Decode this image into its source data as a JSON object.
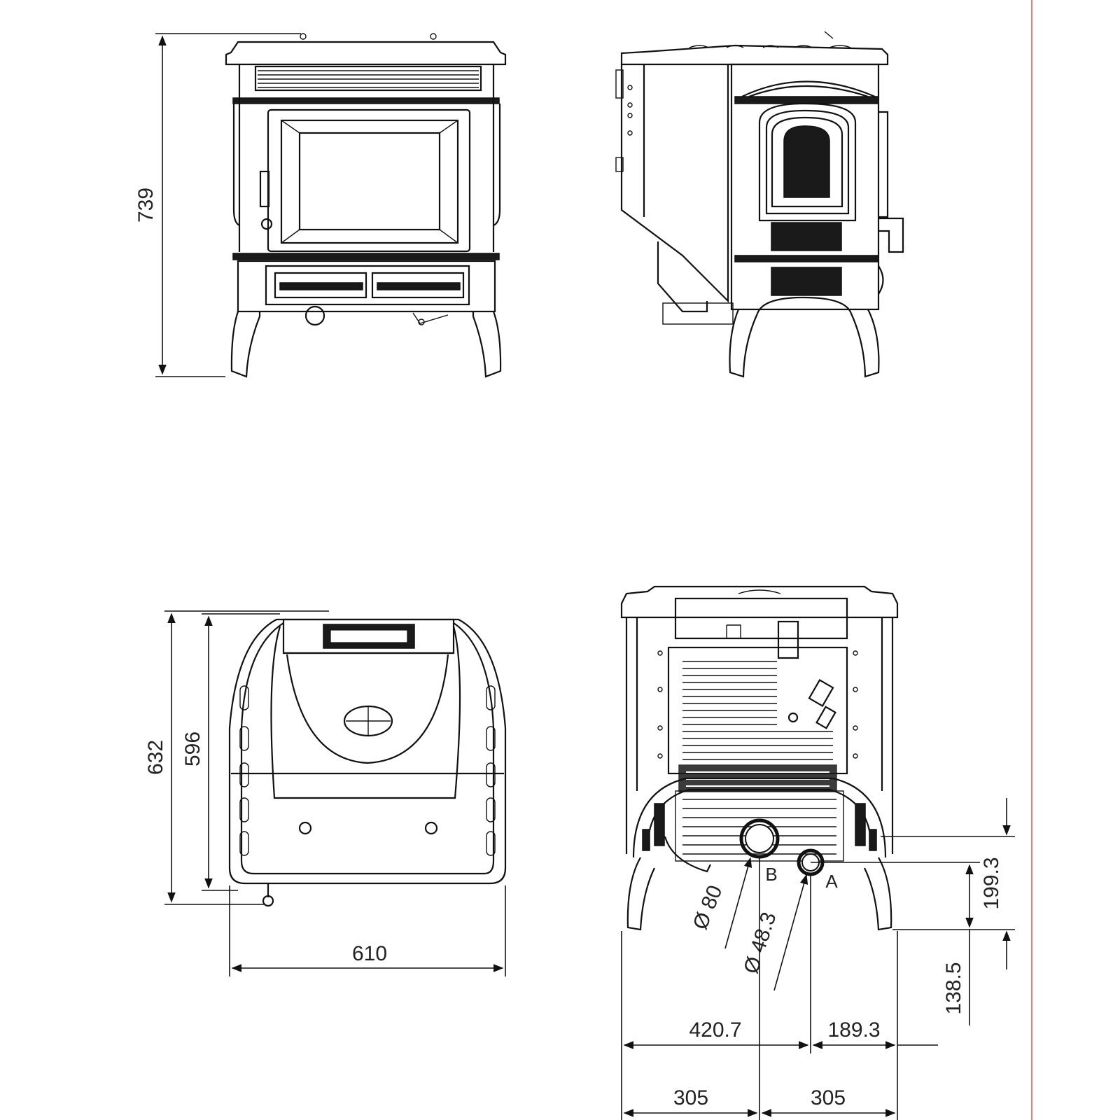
{
  "dimensions": {
    "front_height": "739",
    "top_depth_outer": "632",
    "top_depth_inner": "596",
    "top_width": "610",
    "flue_diameter": "Ø 80",
    "air_intake_diameter": "Ø 48.3",
    "flue_offset": "420.7",
    "intake_offset": "189.3",
    "flue_height": "199.3",
    "intake_height": "138.5",
    "half_width_left": "305",
    "half_width_right": "305"
  },
  "labels": {
    "outlet_b": "B",
    "outlet_a": "A"
  },
  "colors": {
    "line": "#111111",
    "margin_rule": "#d9534f"
  }
}
